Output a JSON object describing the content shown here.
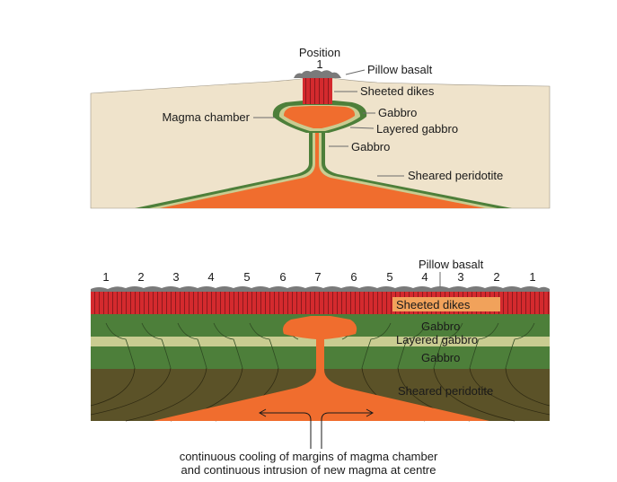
{
  "top_diagram": {
    "position_title": "Position",
    "position_number": "1",
    "labels": {
      "pillow_basalt": "Pillow basalt",
      "sheeted_dikes": "Sheeted dikes",
      "gabbro_upper": "Gabbro",
      "magma_chamber": "Magma chamber",
      "layered_gabbro": "Layered gabbro",
      "gabbro_lower": "Gabbro",
      "sheared_peridotite": "Sheared peridotite"
    }
  },
  "bottom_diagram": {
    "positions": [
      "1",
      "2",
      "3",
      "4",
      "5",
      "6",
      "7",
      "6",
      "5",
      "4",
      "3",
      "2",
      "1"
    ],
    "labels": {
      "pillow_basalt": "Pillow basalt",
      "sheeted_dikes": "Sheeted dikes",
      "gabbro_upper": "Gabbro",
      "layered_gabbro": "Layered gabbro",
      "gabbro_lower": "Gabbro",
      "sheared_peridotite": "Sheared peridotite"
    }
  },
  "caption": {
    "line1": "continuous cooling of margins of magma chamber",
    "line2": "and continuous intrusion of new magma at centre"
  },
  "colors": {
    "crust": "#efe3cb",
    "magma": "#f06d2e",
    "dikes": "#d42a2e",
    "gabbro": "#4d7f3a",
    "layered_gabbro": "#c9cc91",
    "peridotite": "#5b5228",
    "basalt": "#7a7a7a"
  }
}
